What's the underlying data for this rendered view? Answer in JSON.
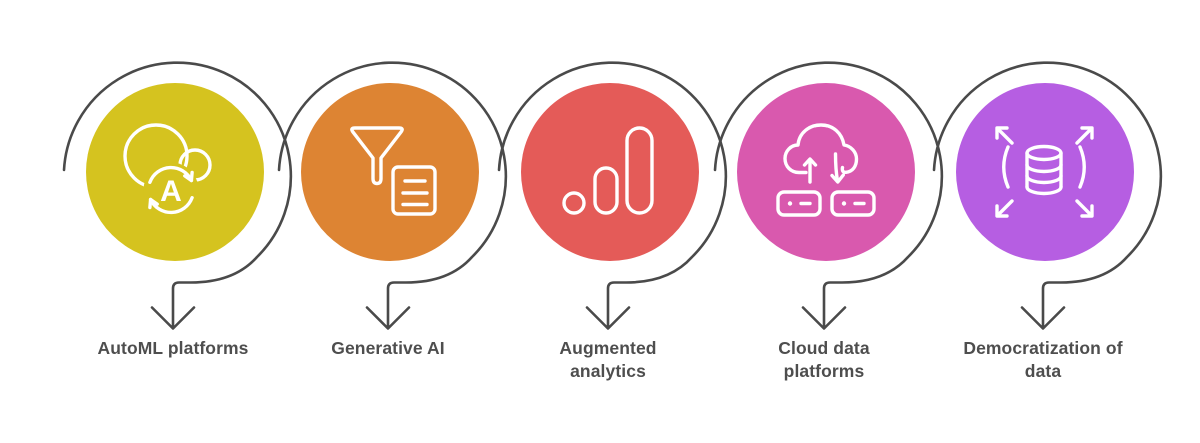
{
  "figure": {
    "type": "process-infographic",
    "background": "#ffffff",
    "title": ""
  },
  "colors": {
    "outline": "#4a4a4a",
    "icon_stroke": "#ffffff",
    "label_text": "#4e4e4e"
  },
  "items": [
    {
      "label": "AutoML platforms",
      "color": "#d5c31f",
      "icon": "automl-cloud-refresh-icon",
      "icon_letter": "A"
    },
    {
      "label": "Generative AI",
      "color": "#dd8433",
      "icon": "funnel-document-icon"
    },
    {
      "label": "Augmented\nanalytics",
      "color": "#e45b58",
      "icon": "analytics-bars-icon"
    },
    {
      "label": "Cloud data\nplatforms",
      "color": "#d959ae",
      "icon": "cloud-sync-servers-icon"
    },
    {
      "label": "Democratization of\ndata",
      "color": "#b65ee2",
      "icon": "database-share-icon"
    }
  ]
}
